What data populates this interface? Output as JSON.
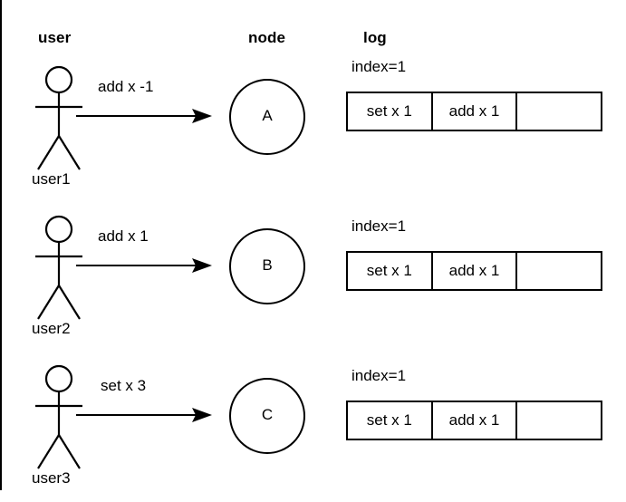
{
  "columns": {
    "user": "user",
    "node": "node",
    "log": "log"
  },
  "rows": [
    {
      "actor_label": "user1",
      "message": "add x -1",
      "node_label": "A",
      "index_label": "index=1",
      "log_cells": [
        "set x 1",
        "add x 1",
        ""
      ]
    },
    {
      "actor_label": "user2",
      "message": "add x 1",
      "node_label": "B",
      "index_label": "index=1",
      "log_cells": [
        "set x 1",
        "add x 1",
        ""
      ]
    },
    {
      "actor_label": "user3",
      "message": "set x 3",
      "node_label": "C",
      "index_label": "index=1",
      "log_cells": [
        "set x 1",
        "add x 1",
        ""
      ]
    }
  ],
  "style": {
    "stroke": "#000000",
    "background": "#ffffff"
  }
}
